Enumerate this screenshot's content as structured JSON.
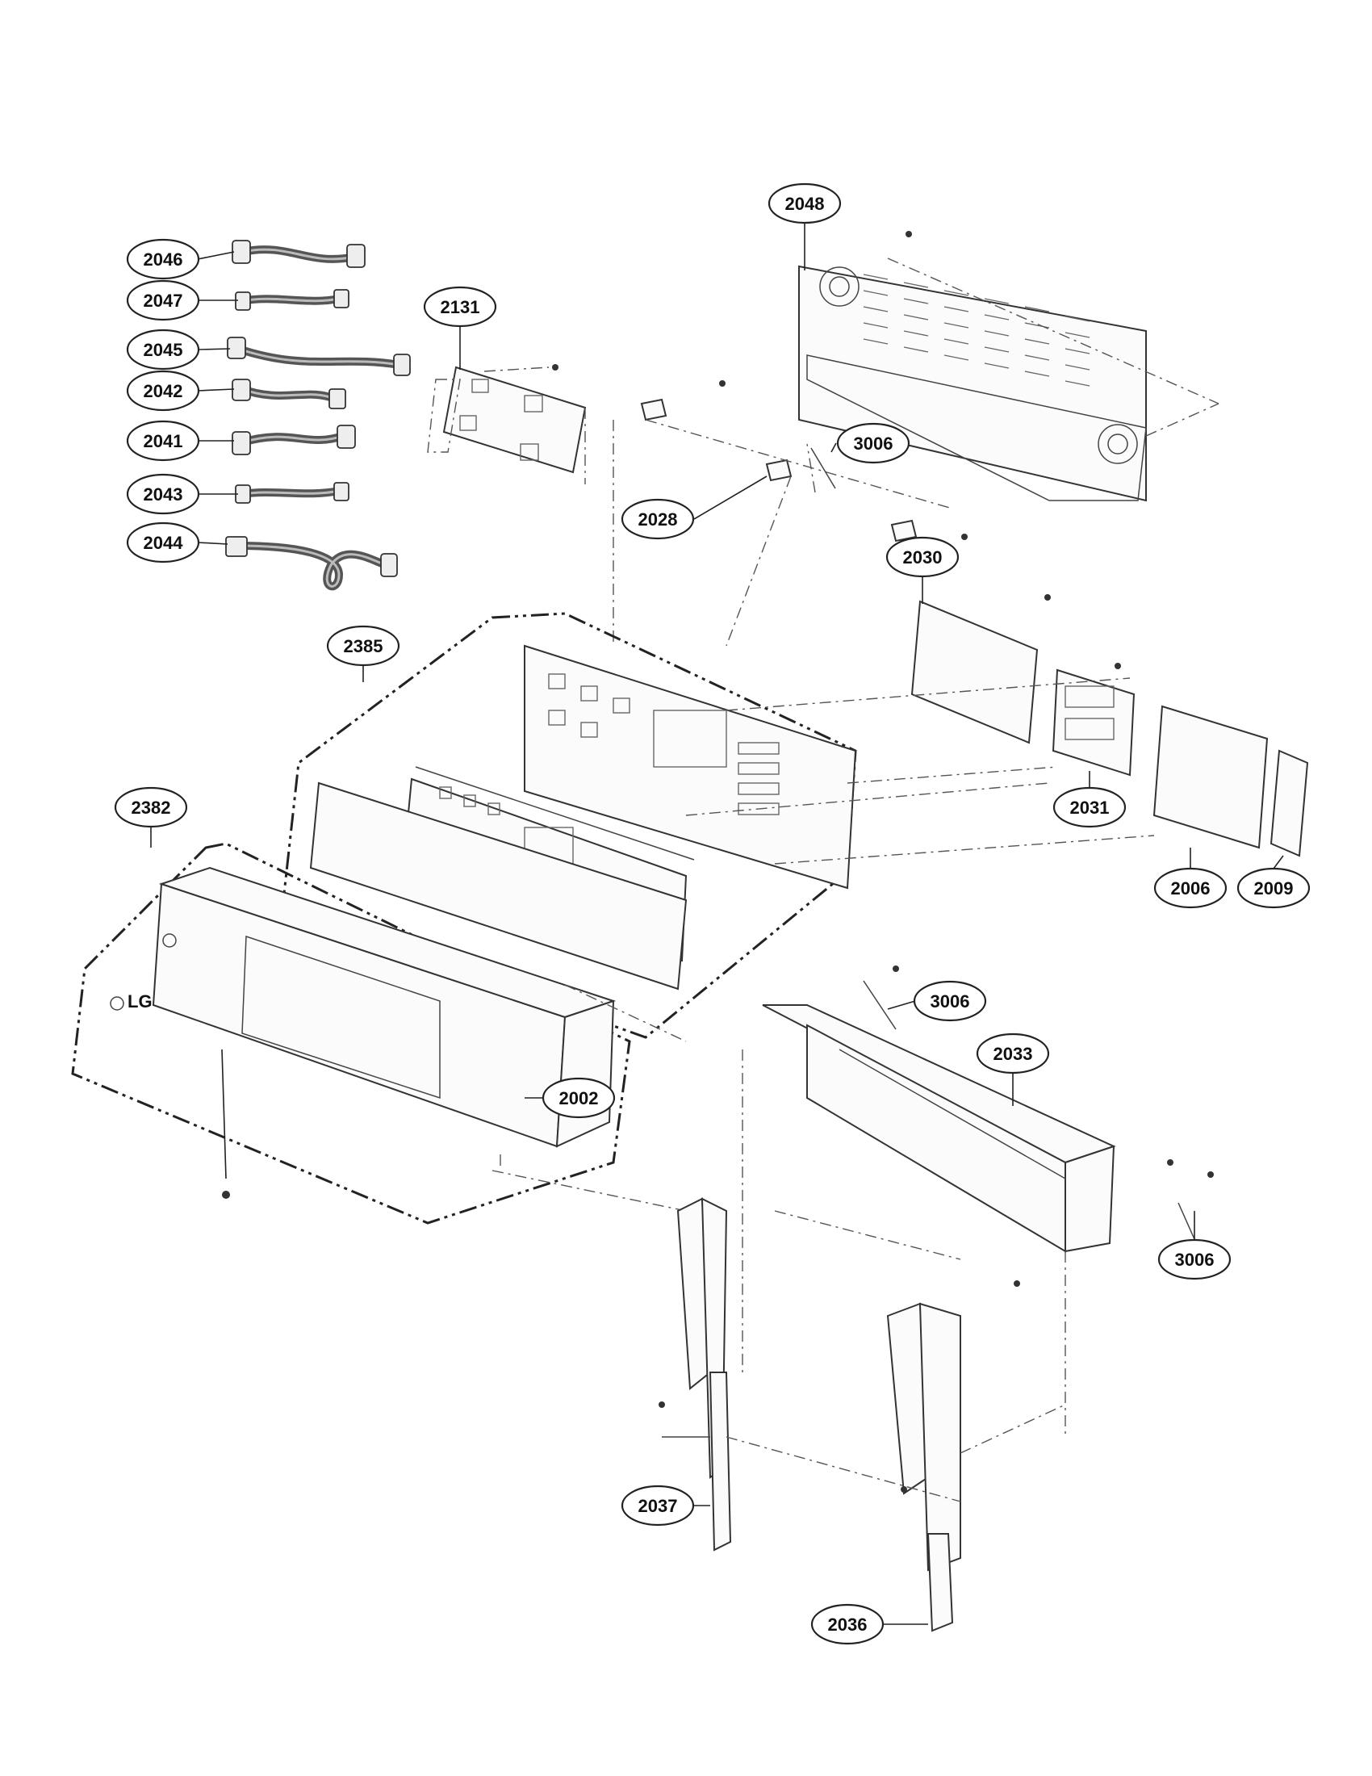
{
  "callouts": [
    {
      "label": "2046"
    },
    {
      "label": "2047"
    },
    {
      "label": "2045"
    },
    {
      "label": "2042"
    },
    {
      "label": "2041"
    },
    {
      "label": "2043"
    },
    {
      "label": "2044"
    },
    {
      "label": "2131"
    },
    {
      "label": "2048"
    },
    {
      "label": "3006"
    },
    {
      "label": "2028"
    },
    {
      "label": "2030"
    },
    {
      "label": "2385"
    },
    {
      "label": "2031"
    },
    {
      "label": "2006"
    },
    {
      "label": "2009"
    },
    {
      "label": "2382"
    },
    {
      "label": "3006"
    },
    {
      "label": "2033"
    },
    {
      "label": "2002"
    },
    {
      "label": "3006"
    },
    {
      "label": "2037"
    },
    {
      "label": "2036"
    }
  ],
  "brand": {
    "logo_text": "LG"
  }
}
